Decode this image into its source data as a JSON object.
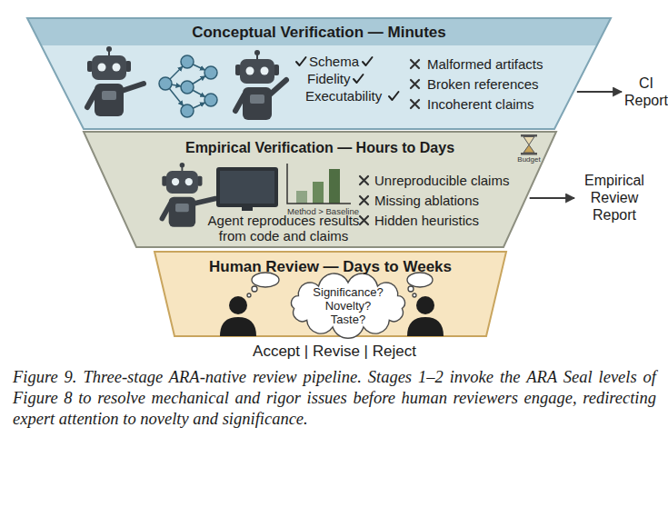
{
  "diagram": {
    "caption": "Figure 9. Three-stage ARA-native review pipeline. Stages 1–2 invoke the ARA Seal levels of Figure 8 to resolve mechanical and rigor issues before human reviewers engage, redirecting expert attention to novelty and significance.",
    "nodes": [
      {
        "text": [
          "Conceptual Verification — Minutes",
          "Schema",
          "Fidelity",
          "Executability",
          "Malformed artifacts",
          "Broken references",
          "Incoherent claims"
        ]
      },
      {
        "text": [
          "CI Report"
        ]
      },
      {
        "text": [
          "Empirical Verification — Hours to Days",
          "Agent reproduces results from code and claims",
          "Unreproducible claims",
          "Missing ablations",
          "Hidden heuristics"
        ]
      },
      {
        "text": [
          "Empirical Review Report"
        ]
      },
      {
        "text": [
          "Human Review — Days to Weeks"
        ]
      },
      {
        "text": [
          "Significance? Novelty? Taste?"
        ],
        "in": 4
      }
    ],
    "edges": [
      {
        "from": 0,
        "to": 1,
        "arrow": "to"
      },
      {
        "from": 2,
        "to": 3,
        "arrow": "to"
      }
    ],
    "labels": [
      "Method > Baseline",
      "Budget",
      "Accept | Revise | Reject"
    ]
  }
}
